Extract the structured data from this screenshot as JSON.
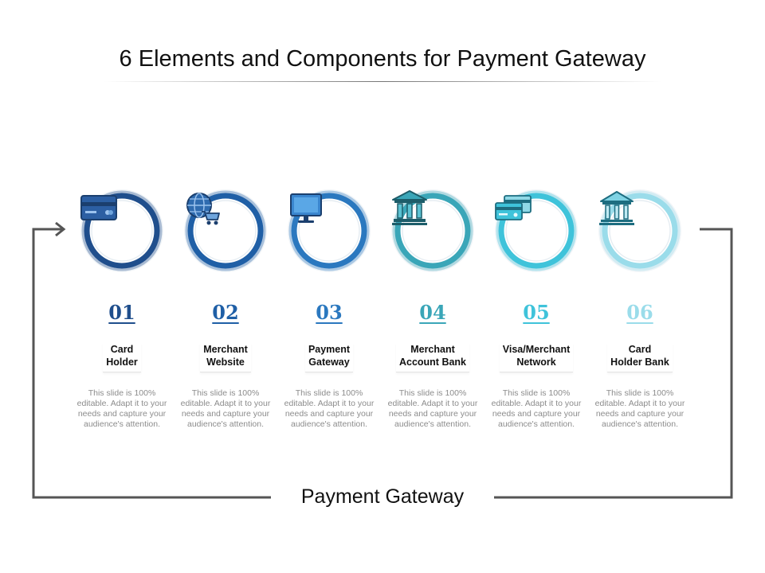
{
  "title": "6 Elements and Components for Payment Gateway",
  "footer_label": "Payment Gateway",
  "steps": [
    {
      "number": "01",
      "label_line1": "Card",
      "label_line2": "Holder",
      "icon": "credit-card-icon",
      "color": "#1f4e8c",
      "desc": "This slide is 100% editable. Adapt it to your needs and capture your audience's attention."
    },
    {
      "number": "02",
      "label_line1": "Merchant",
      "label_line2": "Website",
      "icon": "globe-cart-icon",
      "color": "#1f5fa6",
      "desc": "This slide is 100% editable. Adapt it to your needs and capture your audience's attention."
    },
    {
      "number": "03",
      "label_line1": "Payment",
      "label_line2": "Gateway",
      "icon": "monitor-icon",
      "color": "#2b78bf",
      "desc": "This slide is 100% editable. Adapt it to your needs and capture your audience's attention."
    },
    {
      "number": "04",
      "label_line1": "Merchant",
      "label_line2": "Account Bank",
      "icon": "bank-icon",
      "color": "#3aa6b8",
      "desc": "This slide is 100% editable. Adapt it to your needs and capture your audience's attention."
    },
    {
      "number": "05",
      "label_line1": "Visa/Merchant",
      "label_line2": "Network",
      "icon": "cards-icon",
      "color": "#3fc3da",
      "desc": "This slide is 100% editable. Adapt it to your needs and capture your audience's attention."
    },
    {
      "number": "06",
      "label_line1": "Card",
      "label_line2": "Holder Bank",
      "icon": "bank-columns-icon",
      "color": "#9adcea",
      "desc": "This slide is 100% editable. Adapt it to your needs and capture your audience's attention."
    }
  ],
  "colors": {
    "flow_line": "#555555"
  }
}
